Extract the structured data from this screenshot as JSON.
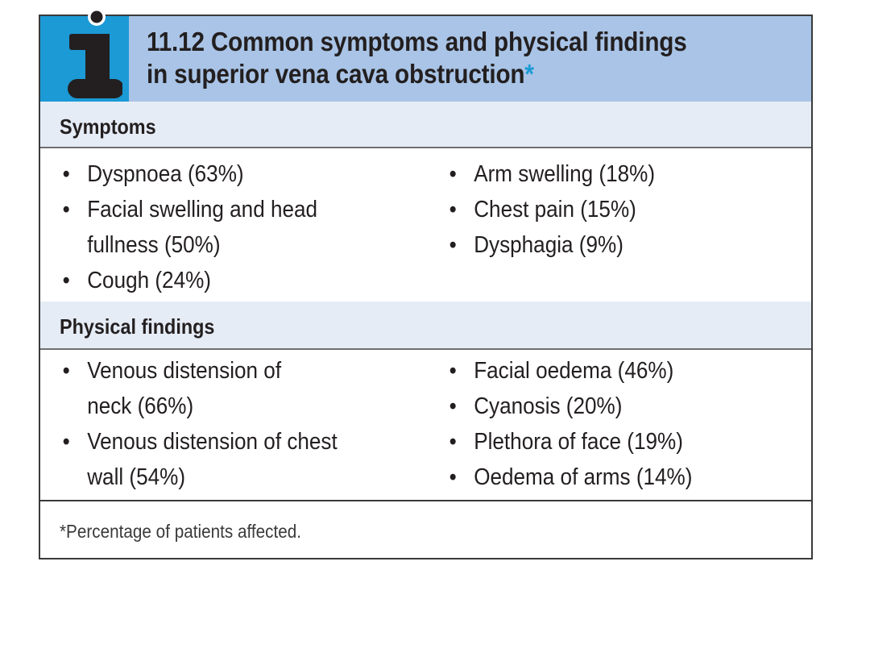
{
  "box": {
    "title_line1": "11.12  Common symptoms and physical findings",
    "title_line2": "in superior vena cava obstruction",
    "title_asterisk": "*",
    "icon": "info-icon",
    "colors": {
      "header_bg": "#a9c4e6",
      "icon_square": "#1b9ad6",
      "section_bg": "#e6ecf6"
    }
  },
  "symptoms": {
    "heading": "Symptoms",
    "left": [
      {
        "line1": "Dyspnoea (63%)",
        "line2": ""
      },
      {
        "line1": "Facial swelling and head",
        "line2": "fullness (50%)"
      },
      {
        "line1": "Cough (24%)",
        "line2": ""
      }
    ],
    "right": [
      {
        "line1": "Arm swelling (18%)"
      },
      {
        "line1": "Chest pain (15%)"
      },
      {
        "line1": "Dysphagia (9%)"
      }
    ]
  },
  "findings": {
    "heading": "Physical findings",
    "left": [
      {
        "line1": "Venous distension of",
        "line2": "neck (66%)"
      },
      {
        "line1": "Venous distension of chest",
        "line2": "wall (54%)"
      }
    ],
    "right": [
      {
        "line1": "Facial oedema (46%)"
      },
      {
        "line1": "Cyanosis (20%)"
      },
      {
        "line1": "Plethora of face (19%)"
      },
      {
        "line1": "Oedema of arms (14%)"
      }
    ]
  },
  "footnote": "*Percentage of patients affected."
}
